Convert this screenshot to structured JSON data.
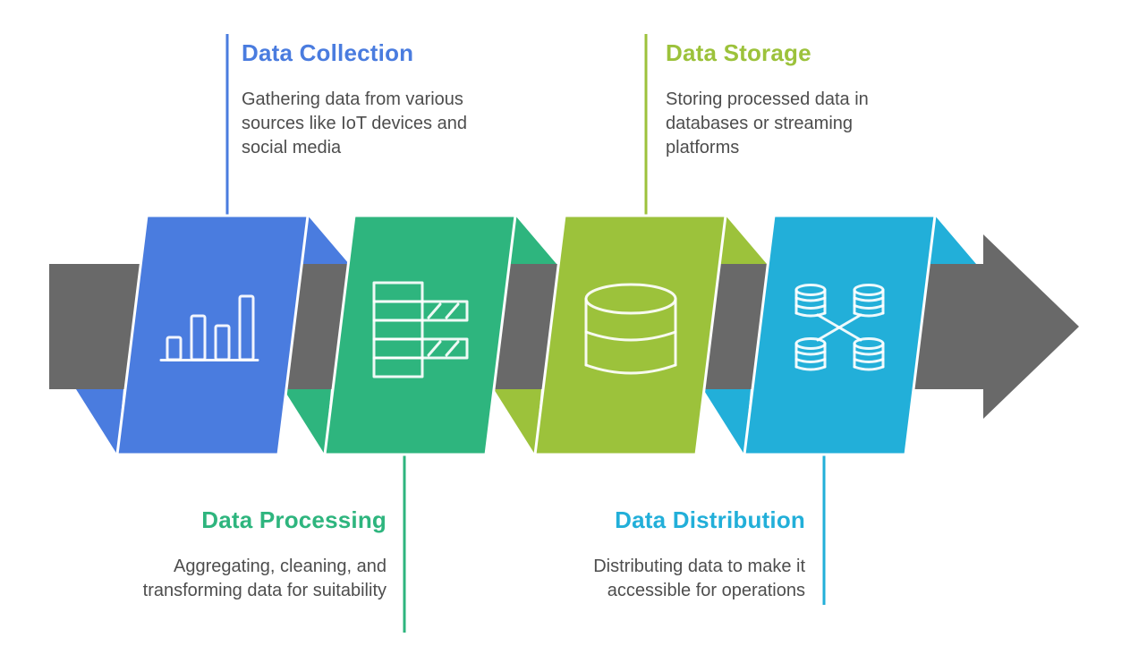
{
  "diagram": {
    "type": "process-flow",
    "background_color": "#ffffff",
    "arrow_color": "#696969",
    "stages": [
      {
        "name": "Data Collection",
        "description": "Gathering data from various sources like IoT devices and social media",
        "color": "#4a7cdf",
        "icon": "bar-chart-icon",
        "label_position": "top"
      },
      {
        "name": "Data Processing",
        "description": "Aggregating, cleaning, and transforming data for suitability",
        "color": "#2eb57e",
        "icon": "transform-table-icon",
        "label_position": "bottom"
      },
      {
        "name": "Data Storage",
        "description": "Storing processed data in databases or streaming platforms",
        "color": "#9cc23b",
        "icon": "database-icon",
        "label_position": "top"
      },
      {
        "name": "Data Distribution",
        "description": "Distributing data to make it accessible for operations",
        "color": "#22afd9",
        "icon": "distributed-databases-icon",
        "label_position": "bottom"
      }
    ]
  }
}
